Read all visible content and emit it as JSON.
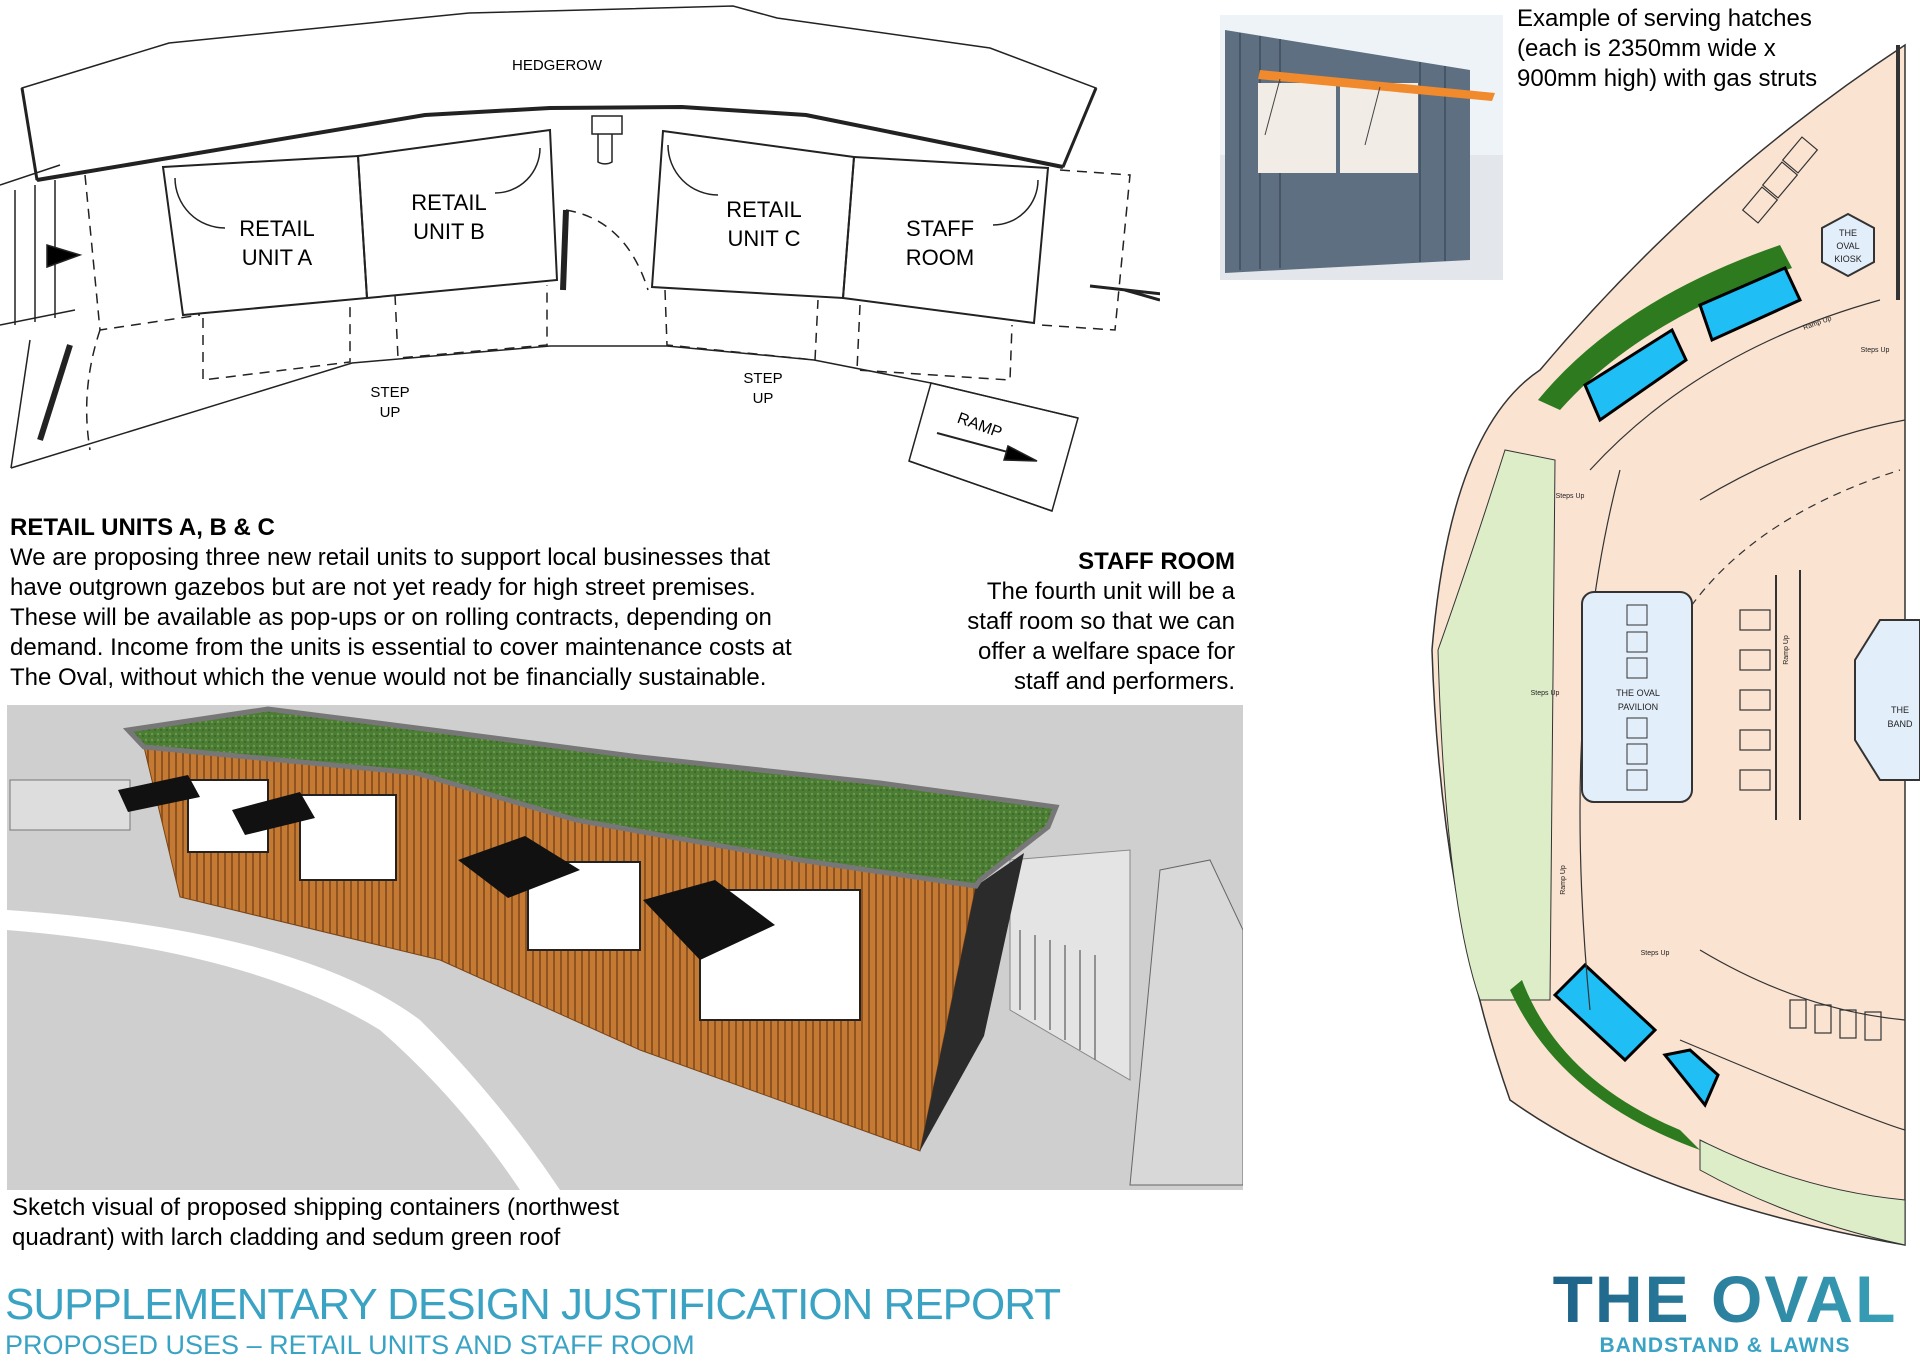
{
  "plan": {
    "hedgerow": "HEDGEROW",
    "units": [
      {
        "line1": "RETAIL",
        "line2": "UNIT A"
      },
      {
        "line1": "RETAIL",
        "line2": "UNIT B"
      },
      {
        "line1": "RETAIL",
        "line2": "UNIT C"
      },
      {
        "line1": "STAFF",
        "line2": "ROOM"
      }
    ],
    "step_up": [
      {
        "line1": "STEP",
        "line2": "UP"
      },
      {
        "line1": "STEP",
        "line2": "UP"
      }
    ],
    "ramp": "RAMP"
  },
  "hatch_caption": {
    "lines": [
      "Example of serving hatches",
      "(each is 2350mm wide x",
      "900mm high) with gas struts"
    ]
  },
  "retail_section": {
    "heading": "RETAIL UNITS A, B & C",
    "lines": [
      "We are proposing three new retail units to support local businesses that",
      "have outgrown gazebos but are not yet ready for high street premises.",
      "These will be available as pop-ups or on rolling contracts, depending on",
      "demand. Income from the units is essential to cover maintenance costs at",
      "The Oval, without which the venue would not be financially sustainable."
    ]
  },
  "staff_section": {
    "heading": "STAFF ROOM",
    "lines": [
      "The fourth unit will be a",
      "staff room so that we can",
      "offer a welfare space for",
      "staff and performers."
    ]
  },
  "sketch_caption": {
    "lines": [
      "Sketch visual of proposed shipping containers (northwest",
      "quadrant) with larch cladding and sedum green roof"
    ]
  },
  "site_plan": {
    "kiosk": [
      "THE",
      "OVAL",
      "KIOSK"
    ],
    "pavilion": [
      "THE OVAL",
      "PAVILION"
    ],
    "bandstand": [
      "THE",
      "BAND"
    ],
    "steps_up": "Steps Up",
    "ramp_up": "Ramp Up",
    "colors": {
      "ground": "#fbe3d1",
      "lawn": "#dcedc8",
      "hedge": "#2d7a1f",
      "units": "#1fbff5",
      "building": "#e3eefb"
    }
  },
  "footer": {
    "title": "SUPPLEMENTARY DESIGN JUSTIFICATION REPORT",
    "subtitle": "PROPOSED USES – RETAIL UNITS AND STAFF ROOM"
  },
  "logo": {
    "main": "THE OVAL",
    "sub": "BANDSTAND & LAWNS"
  }
}
